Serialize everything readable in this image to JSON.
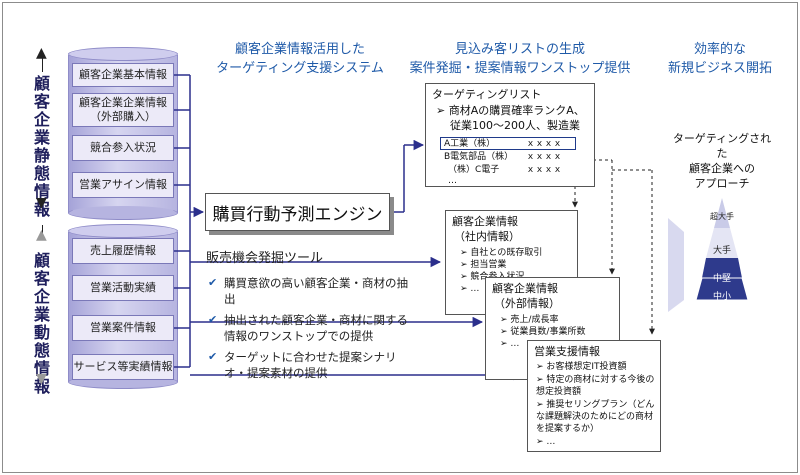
{
  "static_info": {
    "label_chars": [
      "顧",
      "客",
      "企",
      "業",
      "静",
      "態",
      "情",
      "報"
    ],
    "items": [
      "顧客企業基本情報",
      "顧客企業企業情報\n（外部購入）",
      "競合参入状況",
      "営業アサイン情報"
    ]
  },
  "dynamic_info": {
    "label_chars": [
      "顧",
      "客",
      "企",
      "業",
      "動",
      "態",
      "情",
      "報"
    ],
    "items": [
      "売上履歴情報",
      "営業活動実績",
      "営業案件情報",
      "サービス等実績情報"
    ]
  },
  "headings": {
    "system_line1": "顧客企業情報活用した",
    "system_line2": "ターゲティング支援システム",
    "list_line1": "見込み客リストの生成",
    "list_line2": "案件発掘・提案情報ワンストップ提供",
    "biz_line1": "効率的な",
    "biz_line2": "新規ビジネス開拓"
  },
  "engine": {
    "label": "購買行動予測エンジン"
  },
  "tool": {
    "title": "販売機会発掘ツール",
    "items": [
      "購買意欲の高い顧客企業・商材の抽出",
      "抽出された顧客企業・商材に関する情報のワンストップでの提供",
      "ターゲットに合わせた提案シナリオ・提案素材の提供"
    ]
  },
  "target_list": {
    "title": "ターゲティングリスト",
    "condition_line1": "商材Aの購買確率ランクA、",
    "condition_line2": "従業100〜200人、製造業",
    "rows": [
      {
        "name": "A工業（株）",
        "value": "ｘｘｘｘ"
      },
      {
        "name": "B電気部品（株）",
        "value": "ｘｘｘｘ"
      },
      {
        "name": "（株）C電子",
        "value": "ｘｘｘｘ"
      }
    ],
    "more": "…"
  },
  "internal_info": {
    "title": "顧客企業情報",
    "subtitle": "（社内情報）",
    "items": [
      "自社との既存取引",
      "担当営業",
      "競合参入状況",
      "…"
    ]
  },
  "external_info": {
    "title": "顧客企業情報",
    "subtitle": "（外部情報）",
    "items": [
      "売上/成長率",
      "従業員数/事業所数",
      "…"
    ]
  },
  "sales_support": {
    "title": "営業支援情報",
    "items": [
      "お客様想定IT投資額",
      "特定の商材に対する今後の想定投資額",
      "推奨セリングプラン（どんな課題解決のためにどの商材を提案するか）",
      "…"
    ]
  },
  "pyramid": {
    "title_line1": "ターゲティングされた",
    "title_line2": "顧客企業への",
    "title_line3": "アプローチ",
    "levels": [
      "超大手",
      "大手",
      "中堅",
      "中小"
    ],
    "colors": {
      "top": "#c9cbe8",
      "mid": "#e4e5f4",
      "highlight": "#2e3a8c"
    }
  },
  "colors": {
    "accent_blue": "#1f5aa8",
    "arrow": "#2b2f8c"
  }
}
